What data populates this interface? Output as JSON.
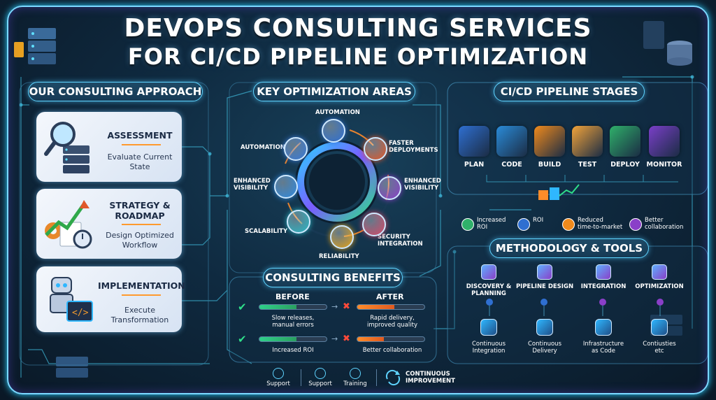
{
  "title": {
    "line1": "DEVOPS CONSULTING SERVICES",
    "line2": "FOR CI/CD PIPELINE OPTIMIZATION"
  },
  "approach": {
    "heading": "OUR CONSULTING APPROACH",
    "cards": [
      {
        "title": "ASSESSMENT",
        "desc_line1": "Evaluate Current",
        "desc_line2": "State",
        "icon": "magnifier-servers-icon"
      },
      {
        "title_line1": "STRATEGY &",
        "title_line2": "ROADMAP",
        "desc_line1": "Design Optimized",
        "desc_line2": "Workflow",
        "icon": "growth-chart-gears-icon"
      },
      {
        "title": "IMPLEMENTATION",
        "desc_line1": "Execute",
        "desc_line2": "Transformation",
        "icon": "robot-code-icon"
      }
    ]
  },
  "optimization": {
    "heading": "KEY OPTIMIZATION AREAS",
    "areas": [
      {
        "label": "AUTOMATION",
        "icon": "gears-icon",
        "color": "#2f6fd1"
      },
      {
        "label_line1": "FASTER",
        "label_line2": "DEPLOYMENTS",
        "icon": "rocket-icon",
        "color": "#e0582a"
      },
      {
        "label_line1": "ENHANCED",
        "label_line2": "VISIBILITY",
        "icon": "dashboard-icon",
        "color": "#8a3fc8"
      },
      {
        "label_line1": "SECURITY",
        "label_line2": "INTEGRATION",
        "icon": "lock-shield-icon",
        "color": "#d24a6a"
      },
      {
        "label": "RELIABILITY",
        "icon": "shield-check-icon",
        "color": "#e3a21a"
      },
      {
        "label": "SCALABILITY",
        "icon": "cloud-upload-icon",
        "color": "#2bb7c4"
      },
      {
        "label_line1": "ENHANCED",
        "label_line2": "VISIBILITY",
        "icon": "monitor-chart-icon",
        "color": "#2f8ae0"
      },
      {
        "label": "AUTOMATION",
        "icon": "gears-icon",
        "color": "#3a7ad8"
      }
    ]
  },
  "pipeline": {
    "heading": "CI/CD PIPELINE STAGES",
    "stages": [
      {
        "label": "PLAN",
        "icon": "document-icon",
        "color": "#2f6fd1"
      },
      {
        "label": "CODE",
        "icon": "code-icon",
        "color": "#2a8bd8"
      },
      {
        "label": "BUILD",
        "icon": "hammer-icon",
        "color": "#f08a1c"
      },
      {
        "label": "TEST",
        "icon": "checklist-icon",
        "color": "#f2a33a"
      },
      {
        "label": "DEPLOY",
        "icon": "cloud-deploy-icon",
        "color": "#2fb06a"
      },
      {
        "label": "MONITOR",
        "icon": "warning-monitor-icon",
        "color": "#7a3fc8"
      }
    ],
    "outcomes": [
      {
        "line1": "Increased",
        "line2": "ROI",
        "icon": "check-circle-icon",
        "color": "#2fb06a"
      },
      {
        "line1": "ROI",
        "line2": "",
        "icon": "check-badge-icon",
        "color": "#2f6fd1"
      },
      {
        "line1": "Reduced",
        "line2": "time-to-market",
        "icon": "clock-icon",
        "color": "#f08a1c"
      },
      {
        "line1": "Better",
        "line2": "collaboration",
        "icon": "team-icon",
        "color": "#8a3fc8"
      }
    ]
  },
  "benefits": {
    "heading": "CONSULTING BENEFITS",
    "before_label": "BEFORE",
    "after_label": "AFTER",
    "rows": [
      {
        "before_line1": "Slow releases,",
        "before_line2": "manual errors",
        "after_line1": "Rapid delivery,",
        "after_line2": "improved quality",
        "before_fill": 0.55,
        "after_fill": 0.55
      },
      {
        "before_line1": "Increased ROI",
        "before_line2": "",
        "after_line1": "Better collaboration",
        "after_line2": "",
        "before_fill": 0.55,
        "after_fill": 0.4
      }
    ]
  },
  "methodology": {
    "heading": "METHODOLOGY & TOOLS",
    "top": [
      {
        "line1": "DISCOVERY &",
        "line2": "PLANNING",
        "icon": "search-doc-icon"
      },
      {
        "line1": "PIPELINE DESIGN",
        "line2": "",
        "icon": "flow-icon"
      },
      {
        "line1": "INTEGRATION",
        "line2": "",
        "icon": "cloud-link-icon"
      },
      {
        "line1": "OPTIMIZATION",
        "line2": "",
        "icon": "gear-refresh-icon"
      }
    ],
    "bottom": [
      {
        "line1": "Continuous",
        "line2": "Integration",
        "icon": "robot-arm-icon"
      },
      {
        "line1": "Continuous",
        "line2": "Delivery",
        "icon": "code-icon"
      },
      {
        "line1": "Infrastructure",
        "line2": "as Code",
        "icon": "database-icon"
      },
      {
        "line1": "Contiusties",
        "line2": "etc",
        "icon": "container-icon"
      }
    ]
  },
  "footer": {
    "items": [
      {
        "label": "Support",
        "icon": "headset-icon"
      },
      {
        "label": "Support",
        "icon": "monitor-support-icon"
      },
      {
        "label": "Training",
        "icon": "training-icon"
      }
    ],
    "improvement_line1": "CONTINUOUS",
    "improvement_line2": "IMPROVEMENT"
  }
}
